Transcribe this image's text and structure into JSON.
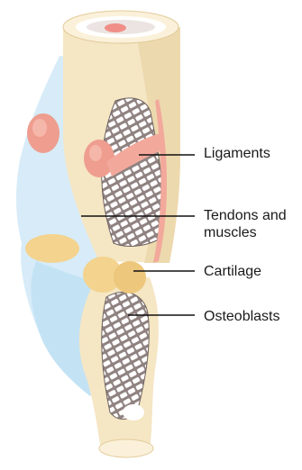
{
  "labels": [
    "Ligaments",
    "Tendons and\nmuscles",
    "Cartilage",
    "Osteoblasts"
  ],
  "colors": {
    "bone": "#f5e6c4",
    "bone_shade": "#e9d3a6",
    "bone_outline": "#d9bf8c",
    "marrow": "#8f8280",
    "marrow_dark": "#6e6361",
    "tendon": "#d7ecf8",
    "tendon_shade": "#bfe0f2",
    "muscle_knob": "#ee9d8f",
    "muscle_knob_dark": "#d77a6c",
    "cartilage": "#f3d38e",
    "ligament": "#f2a99c",
    "leader": "#111111",
    "cap_red": "#f08f87"
  }
}
